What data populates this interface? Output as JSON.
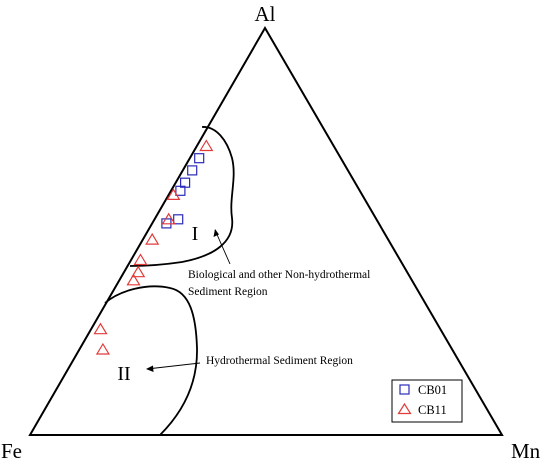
{
  "chart_data": {
    "type": "ternary",
    "vertices": {
      "top": "Al",
      "left": "Fe",
      "right": "Mn"
    },
    "regions": [
      {
        "label": "I",
        "annotation": [
          "Biological and other Non-hydrothermal",
          "Sediment Region"
        ]
      },
      {
        "label": "II",
        "annotation": [
          "Hydrothermal Sediment Region"
        ]
      }
    ],
    "legend": {
      "position": "bottom-right",
      "entries": [
        {
          "name": "CB01",
          "marker": "square",
          "color": "#2b2bb8"
        },
        {
          "name": "CB11",
          "marker": "triangle",
          "color": "#e23a3a"
        }
      ]
    },
    "series": [
      {
        "name": "CB01",
        "points": [
          {
            "Al": 0.68,
            "Fe": 0.3,
            "Mn": 0.02
          },
          {
            "Al": 0.65,
            "Fe": 0.33,
            "Mn": 0.02
          },
          {
            "Al": 0.62,
            "Fe": 0.36,
            "Mn": 0.02
          },
          {
            "Al": 0.6,
            "Fe": 0.38,
            "Mn": 0.02
          },
          {
            "Al": 0.53,
            "Fe": 0.42,
            "Mn": 0.05
          },
          {
            "Al": 0.52,
            "Fe": 0.45,
            "Mn": 0.03
          }
        ]
      },
      {
        "name": "CB11",
        "points": [
          {
            "Al": 0.71,
            "Fe": 0.27,
            "Mn": 0.02
          },
          {
            "Al": 0.59,
            "Fe": 0.4,
            "Mn": 0.01
          },
          {
            "Al": 0.53,
            "Fe": 0.44,
            "Mn": 0.03
          },
          {
            "Al": 0.48,
            "Fe": 0.5,
            "Mn": 0.02
          },
          {
            "Al": 0.43,
            "Fe": 0.55,
            "Mn": 0.02
          },
          {
            "Al": 0.4,
            "Fe": 0.57,
            "Mn": 0.03
          },
          {
            "Al": 0.38,
            "Fe": 0.59,
            "Mn": 0.03
          },
          {
            "Al": 0.26,
            "Fe": 0.72,
            "Mn": 0.02
          },
          {
            "Al": 0.21,
            "Fe": 0.74,
            "Mn": 0.05
          }
        ]
      }
    ]
  }
}
